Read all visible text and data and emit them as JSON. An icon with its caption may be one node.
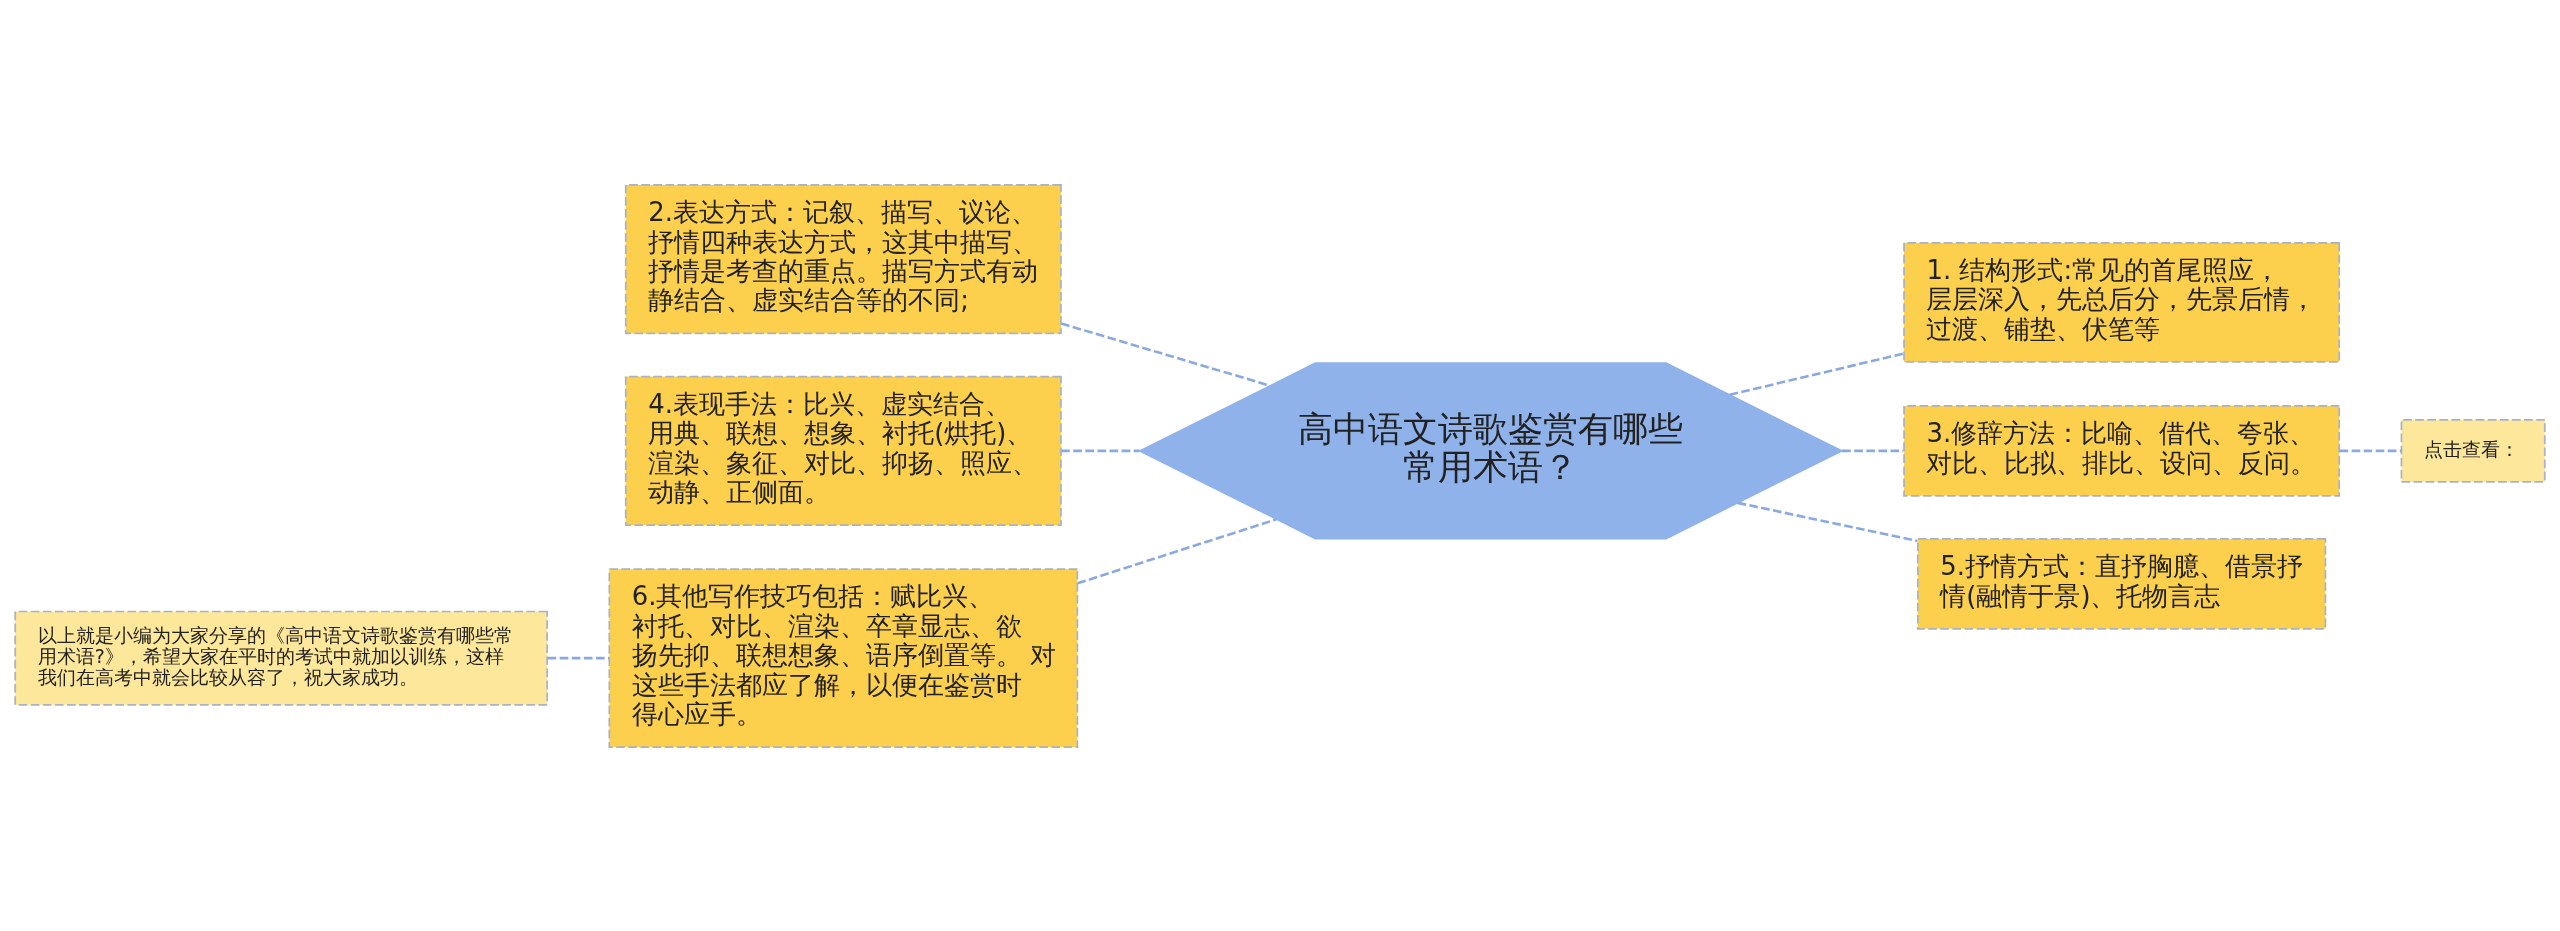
{
  "diagram": {
    "nodes": [
      {
        "text": [
          "高中语文诗歌鉴赏有哪些常用术语？"
        ]
      },
      {
        "text": [
          "2.表达方式：记叙、描写、议论、抒情四种表达方式，这其中描写、抒情是考查的重点。描写方式有动静结合、虚实结合等的不同;"
        ]
      },
      {
        "text": [
          "4.表现手法：比兴、虚实结合、用典、联想、想象、衬托(烘托)、渲染、象征、对比、抑扬、照应、动静、正侧面。"
        ]
      },
      {
        "text": [
          "6.其他写作技巧包括：赋比兴、衬托、对比、渲染、卒章显志、欲扬先抑、联想想象、语序倒置等。 对这些手法都应了解，以便在鉴赏时得心应手。"
        ]
      },
      {
        "text": [
          "以上就是小编为大家分享的《高中语文诗歌鉴赏有哪些常用术语?》，希望大家在平时的考试中就加以训练，这样我们在高考中就会比较从容了，祝大家成功。"
        ]
      },
      {
        "text": [
          "1. 结构形式:常见的首尾照应，层层深入，先总后分，先景后情，过渡、铺垫、伏笔等"
        ]
      },
      {
        "text": [
          "3.修辞方法：比喻、借代、夸张、对比、比拟、排比、设问、反问。"
        ]
      },
      {
        "text": [
          "5.抒情方式：直抒胸臆、借景抒情(融情于景)、托物言志"
        ]
      },
      {
        "text": [
          "点击查看："
        ]
      }
    ],
    "edges": [
      {
        "from": 0,
        "to": 1,
        "arrow": "none",
        "style": "dashed"
      },
      {
        "from": 0,
        "to": 2,
        "arrow": "none",
        "style": "dashed"
      },
      {
        "from": 0,
        "to": 3,
        "arrow": "none",
        "style": "dashed"
      },
      {
        "from": 3,
        "to": 4,
        "arrow": "none",
        "style": "dashed"
      },
      {
        "from": 0,
        "to": 5,
        "arrow": "none",
        "style": "dashed"
      },
      {
        "from": 0,
        "to": 6,
        "arrow": "none",
        "style": "dashed"
      },
      {
        "from": 0,
        "to": 7,
        "arrow": "none",
        "style": "dashed"
      },
      {
        "from": 6,
        "to": 8,
        "arrow": "none",
        "style": "dashed"
      }
    ]
  }
}
